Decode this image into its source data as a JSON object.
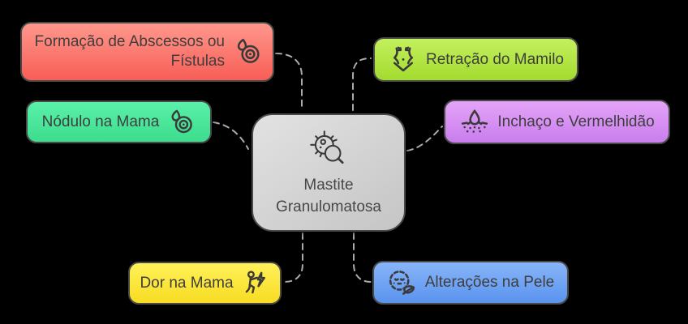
{
  "diagram": {
    "background": "#000000",
    "connector_color": "#ababab",
    "center": {
      "label": "Mastite Granulomatosa",
      "icon": "bacteria-magnifier-icon",
      "fill": "#d4d4d4"
    },
    "branches": [
      {
        "id": "abscessos",
        "label": "Formação de Abscessos ou Fístulas",
        "icon": "breast-icon",
        "color": "#f8675d",
        "position": "top-left"
      },
      {
        "id": "nodulo",
        "label": "Nódulo na Mama",
        "icon": "breast-icon",
        "color": "#49e698",
        "position": "left"
      },
      {
        "id": "retracao",
        "label": "Retração do Mamilo",
        "icon": "torso-arrows-icon",
        "color": "#b3e843",
        "position": "top-right"
      },
      {
        "id": "inchaco",
        "label": "Inchaço e Vermelhidão",
        "icon": "droplet-skin-icon",
        "color": "#d593f3",
        "position": "right"
      },
      {
        "id": "dor",
        "label": "Dor na Mama",
        "icon": "woman-lightning-icon",
        "color": "#fce53a",
        "position": "bottom-left"
      },
      {
        "id": "alteracoes",
        "label": "Alterações na Pele",
        "icon": "face-leaf-icon",
        "color": "#6da3f3",
        "position": "bottom-right"
      }
    ]
  }
}
